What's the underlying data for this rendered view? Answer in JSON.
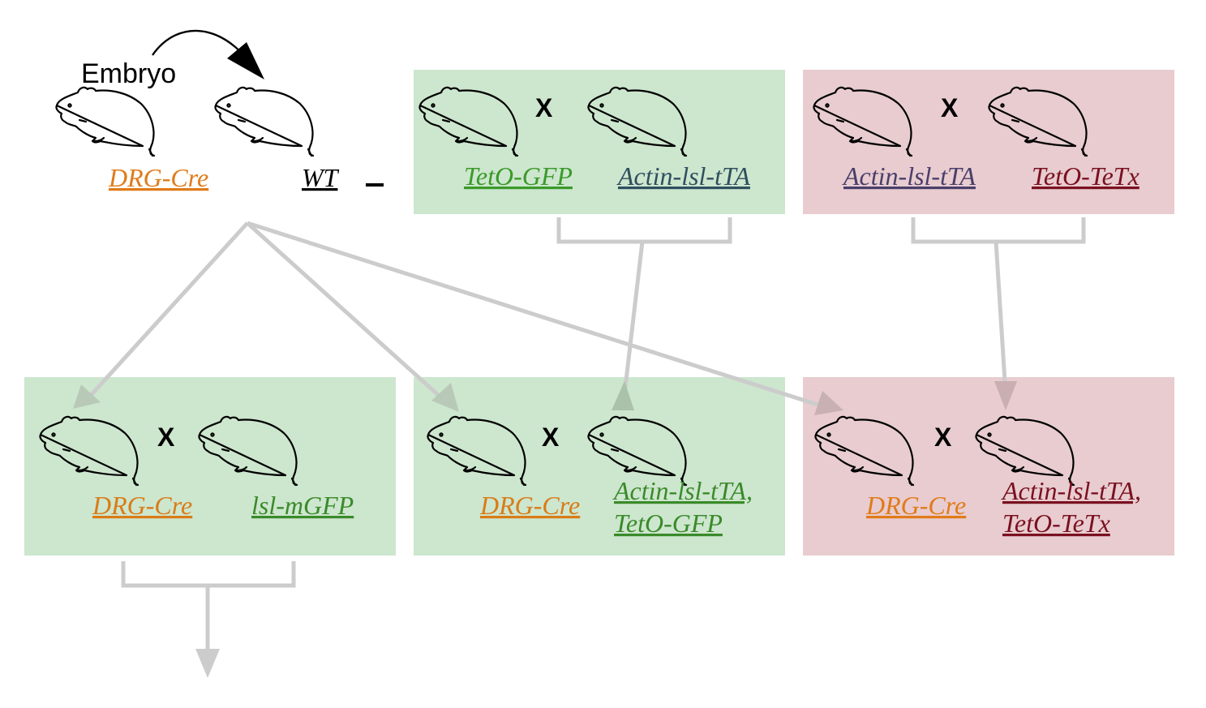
{
  "colors": {
    "green_panel": "#cde6ce",
    "red_panel": "#e8cccf",
    "arrow_gray": "#cccccc",
    "orange": "#e07b1a",
    "green_text": "#3a9a2a",
    "slate": "#2f4f5f",
    "purple": "#4a3f6b",
    "maroon": "#7a1020",
    "dark_green": "#3a8a2a"
  },
  "embryo_label": "Embryo",
  "top_left": {
    "donor_label": "DRG-Cre",
    "recipient_label": "WT"
  },
  "cross_symbol": "X",
  "panels": {
    "top_green": {
      "left_label": "TetO-GFP",
      "right_label": "Actin-lsl-tTA"
    },
    "top_red": {
      "left_label": "Actin-lsl-tTA",
      "right_label": "TetO-TeTx"
    },
    "bottom_left_green": {
      "left_label": "DRG-Cre",
      "right_label": "lsl-mGFP"
    },
    "bottom_mid_green": {
      "left_label": "DRG-Cre",
      "right_label_line1": "Actin-lsl-tTA,",
      "right_label_line2": "TetO-GFP"
    },
    "bottom_right_red": {
      "left_label": "DRG-Cre",
      "right_label_line1": "Actin-lsl-tTA,",
      "right_label_line2": "TetO-TeTx"
    }
  }
}
